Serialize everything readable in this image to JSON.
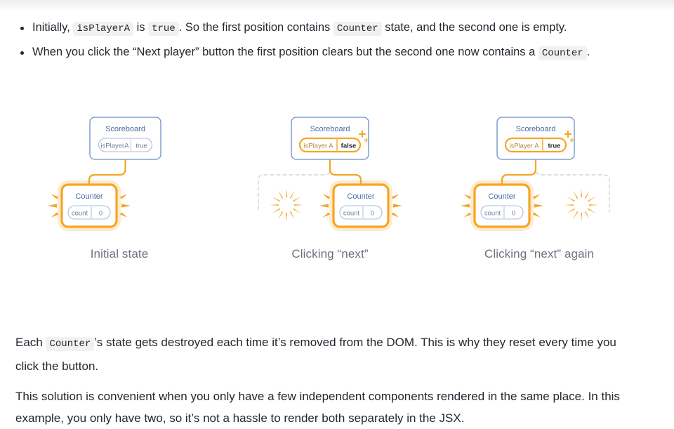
{
  "theme": {
    "text_color": "#23272f",
    "muted_color": "#6b7280",
    "accent_orange": "#f5a524",
    "accent_orange_soft": "#fbbf4d",
    "node_blue": "#6b8fc7",
    "node_blue_text": "#4b6aa3",
    "code_bg": "#f1f1f1",
    "background": "#ffffff"
  },
  "bullets": [
    {
      "parts": [
        {
          "type": "text",
          "value": "Initially, "
        },
        {
          "type": "code",
          "value": "isPlayerA"
        },
        {
          "type": "text",
          "value": " is "
        },
        {
          "type": "code",
          "value": "true"
        },
        {
          "type": "text",
          "value": ". So the first position contains "
        },
        {
          "type": "code",
          "value": "Counter"
        },
        {
          "type": "text",
          "value": " state, and the second one is empty."
        }
      ]
    },
    {
      "parts": [
        {
          "type": "text",
          "value": "When you click the “Next player” button the first position clears but the second one now contains a "
        },
        {
          "type": "code",
          "value": "Counter"
        },
        {
          "type": "text",
          "value": "."
        }
      ]
    }
  ],
  "diagrams": [
    {
      "id": "initial-state",
      "caption": "Initial state",
      "parent": {
        "title": "Scoreboard",
        "state_key": "isPlayerA",
        "state_value": "true",
        "state_highlighted": false,
        "sparkle": false
      },
      "children": [
        {
          "slot": "left",
          "present": true,
          "title": "Counter",
          "state_key": "count",
          "state_value": "0",
          "highlighted": true,
          "starburst": true
        },
        {
          "slot": "right",
          "present": false,
          "placeholder": false,
          "starburst": false
        }
      ]
    },
    {
      "id": "clicking-next",
      "caption": "Clicking “next”",
      "parent": {
        "title": "Scoreboard",
        "state_key": "isPlayer A",
        "state_value": "false",
        "state_highlighted": true,
        "sparkle": true
      },
      "children": [
        {
          "slot": "left",
          "present": false,
          "placeholder": true,
          "starburst": true
        },
        {
          "slot": "right",
          "present": true,
          "title": "Counter",
          "state_key": "count",
          "state_value": "0",
          "highlighted": true,
          "starburst": true
        }
      ]
    },
    {
      "id": "clicking-next-again",
      "caption": "Clicking “next” again",
      "parent": {
        "title": "Scoreboard",
        "state_key": "isPlayer A",
        "state_value": "true",
        "state_highlighted": true,
        "sparkle": true
      },
      "children": [
        {
          "slot": "left",
          "present": true,
          "title": "Counter",
          "state_key": "count",
          "state_value": "0",
          "highlighted": true,
          "starburst": true
        },
        {
          "slot": "right",
          "present": false,
          "placeholder": true,
          "starburst": true
        }
      ]
    }
  ],
  "paragraphs": [
    {
      "id": "paragraph-destroyed",
      "parts": [
        {
          "type": "text",
          "value": "Each "
        },
        {
          "type": "code",
          "value": "Counter"
        },
        {
          "type": "text",
          "value": "’s state gets destroyed each time it’s removed from the DOM. This is why they reset every time you click the button."
        }
      ]
    },
    {
      "id": "paragraph-convenient",
      "parts": [
        {
          "type": "text",
          "value": "This solution is convenient when you only have a few independent components rendered in the same place. In this example, you only have two, so it’s not a hassle to render both separately in the JSX."
        }
      ]
    }
  ]
}
